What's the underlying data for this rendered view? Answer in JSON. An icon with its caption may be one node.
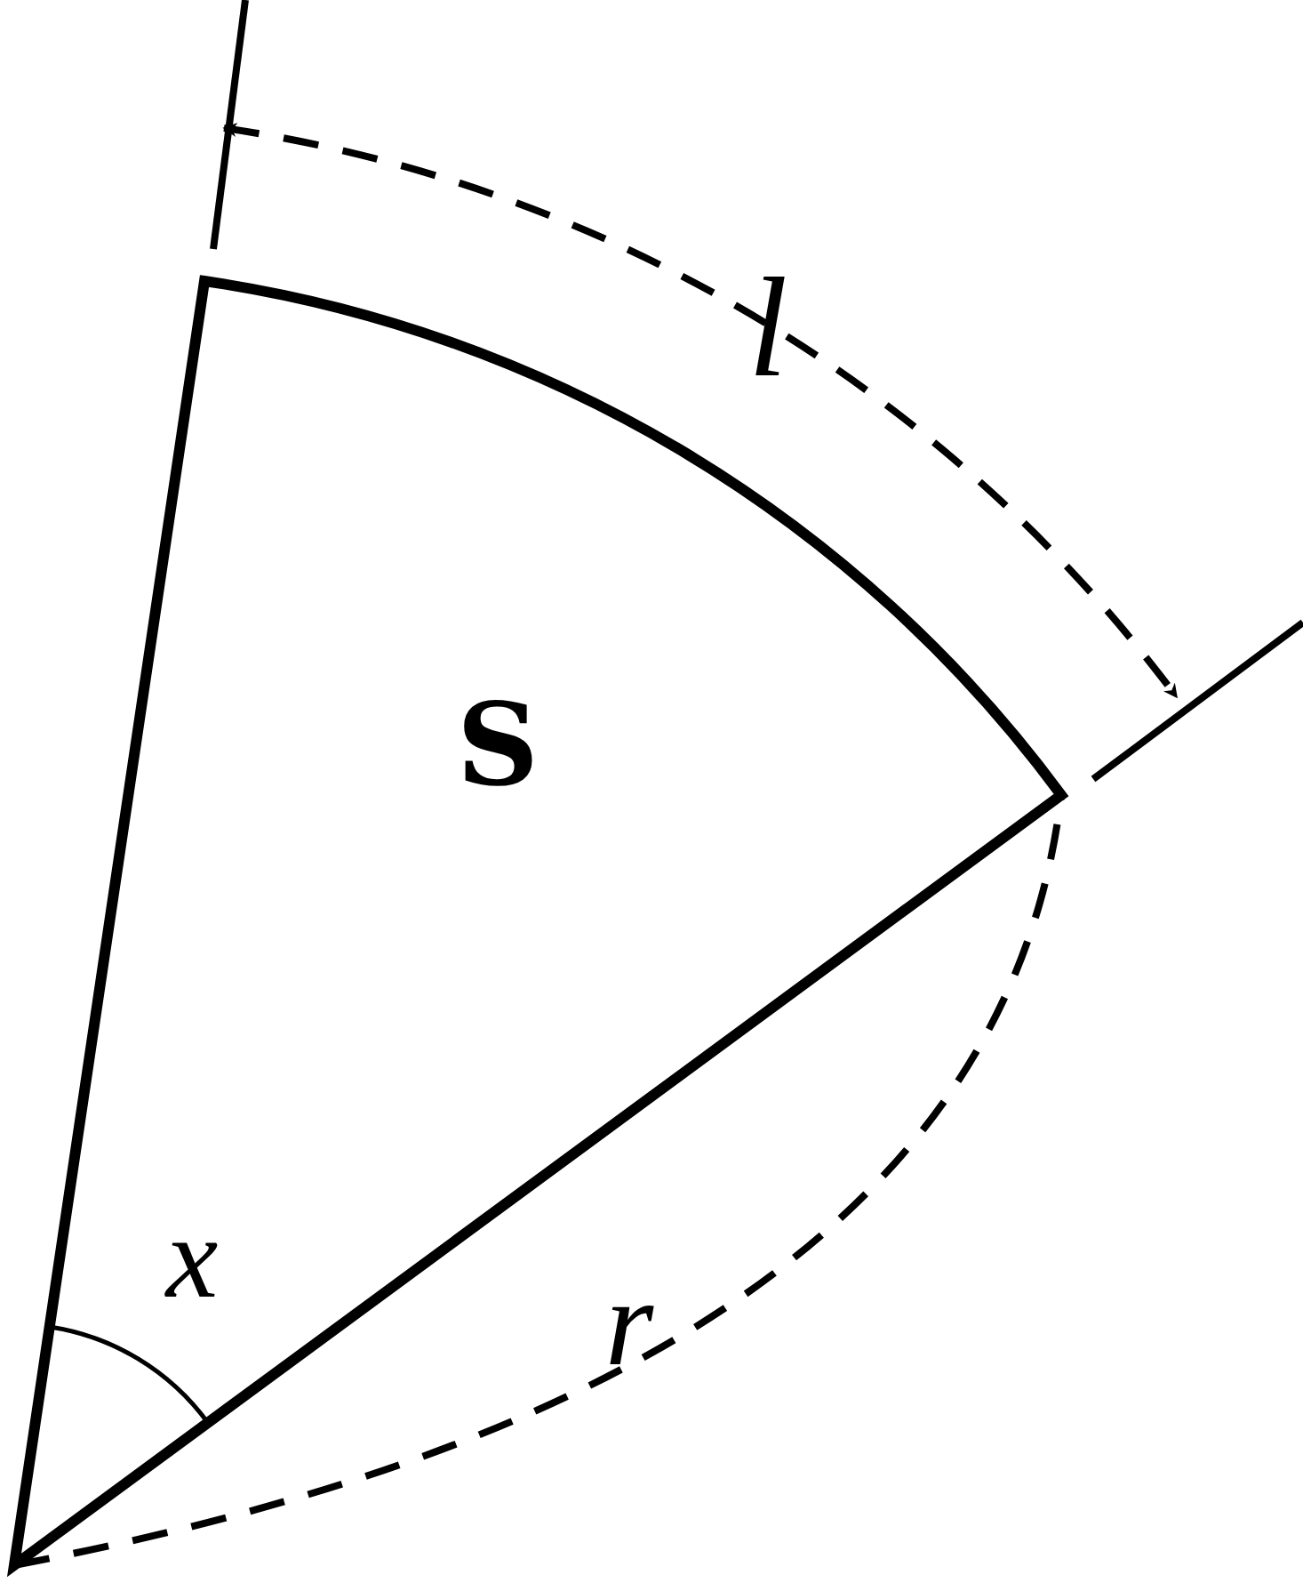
{
  "diagram": {
    "nodes": [
      {
        "text": [
          "S"
        ]
      }
    ],
    "labels": [
      "l",
      "x",
      "r"
    ]
  }
}
